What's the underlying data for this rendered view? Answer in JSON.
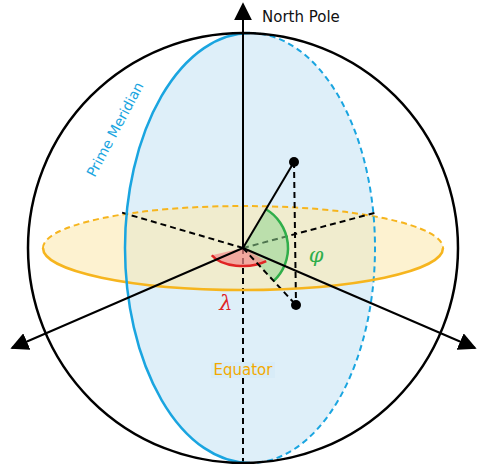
{
  "diagram": {
    "labels": [
      "North Pole",
      "Prime Meridian",
      "Equator",
      "λ",
      "φ"
    ]
  }
}
